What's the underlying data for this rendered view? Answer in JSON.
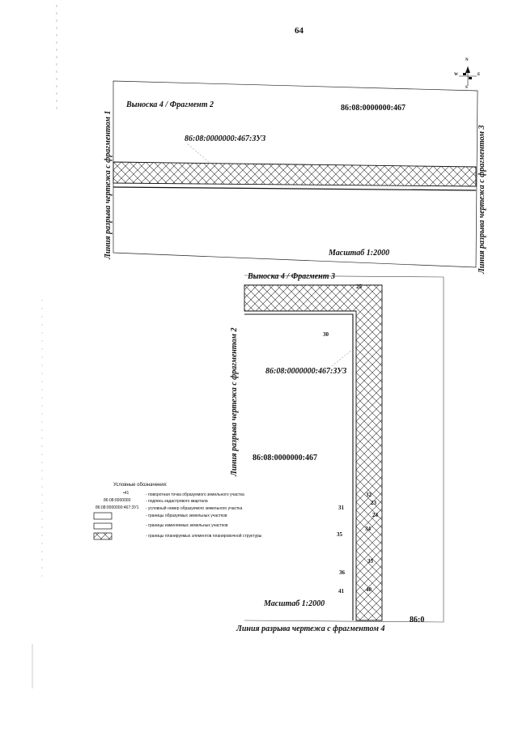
{
  "page_number": "64",
  "fragment1": {
    "title": "Выноска  4 / Фрагмент 2",
    "parcel_label": "86:08:0000000:467",
    "zu_label": "86:08:0000000:467:ЗУ3",
    "left_edge_label": "Линия разрыва чертежа  с фрагментом 1",
    "right_edge_label": "Линия разрыва чертежа  с фрагментом 3",
    "scale": "Масштаб 1:2000"
  },
  "fragment2": {
    "title": "Выноска  4 / Фрагмент 3",
    "zu_label": "86:08:0000000:467:ЗУ3",
    "parcel_label": "86:08:0000000:467",
    "left_edge_label": "Линия разрыва чертежа  с фрагментом 2",
    "bottom_edge_label": "Линия разрыва чертежа  с фрагментом 4",
    "scale": "Масштаб 1:2000",
    "cut_label": "86:0",
    "point_labels": [
      "25",
      "30",
      "31",
      "32",
      "23",
      "24",
      "35",
      "34",
      "33",
      "36",
      "41",
      "40"
    ]
  },
  "compass": {
    "n": "N",
    "e": "E",
    "w": "W",
    "s": "S"
  },
  "legend": {
    "title": "Условные обозначения:",
    "items": [
      {
        "key": "•41",
        "text": "- поворотная точка образуемого земельного участка"
      },
      {
        "key": "86:08:0000000",
        "text": "- подпись кадастрового квартала"
      },
      {
        "key": "86:08:0000000:467:ЗУ1",
        "text": "- условный номер образуемого земельного участка"
      },
      {
        "key": "",
        "text": "- границы образуемых земельных участков"
      },
      {
        "key": "",
        "text": "- границы изменяемых земельных участков"
      },
      {
        "key": "",
        "text": "- границы планируемых элементов планировочной структуры"
      }
    ]
  },
  "colors": {
    "ink": "#111111",
    "hatch": "#333333",
    "page": "#ffffff"
  }
}
